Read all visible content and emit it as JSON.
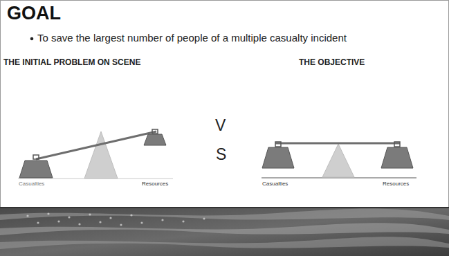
{
  "diagram": {
    "title": "GOAL",
    "labels": [
      "To save the largest number of people of a multiple casualty incident",
      "THE INITIAL PROBLEM ON SCENE",
      "THE OBJECTIVE",
      "V",
      "S",
      "Casualties",
      "Resources",
      "Casualties",
      "Resources"
    ]
  }
}
